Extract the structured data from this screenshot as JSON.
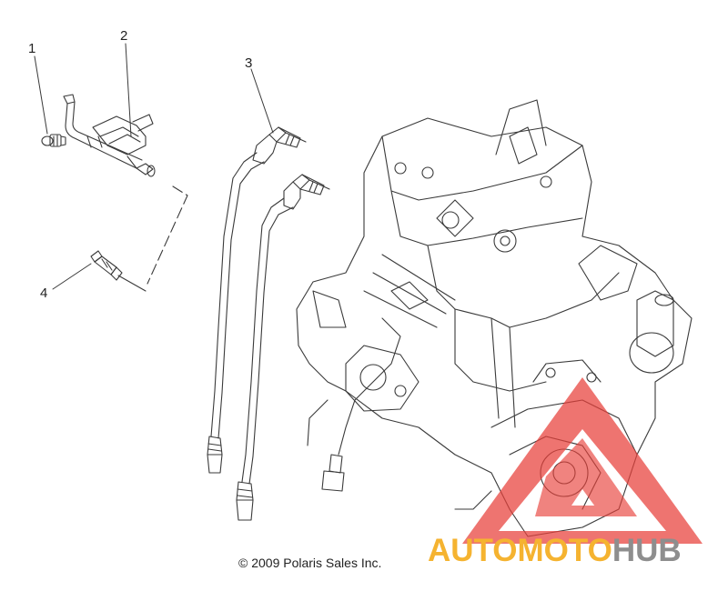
{
  "callouts": [
    {
      "id": "1",
      "label": "1"
    },
    {
      "id": "2",
      "label": "2"
    },
    {
      "id": "3",
      "label": "3"
    },
    {
      "id": "4",
      "label": "4"
    }
  ],
  "copyright": "© 2009 Polaris Sales Inc.",
  "watermark": {
    "brand_part1": "AUTOMOTO",
    "brand_part2": "HUB",
    "colors": {
      "triangle": "#e8403a",
      "brand_part1": "#f5b330",
      "brand_part2": "#8e8e8e"
    }
  },
  "line_color": "#3a3a3a"
}
